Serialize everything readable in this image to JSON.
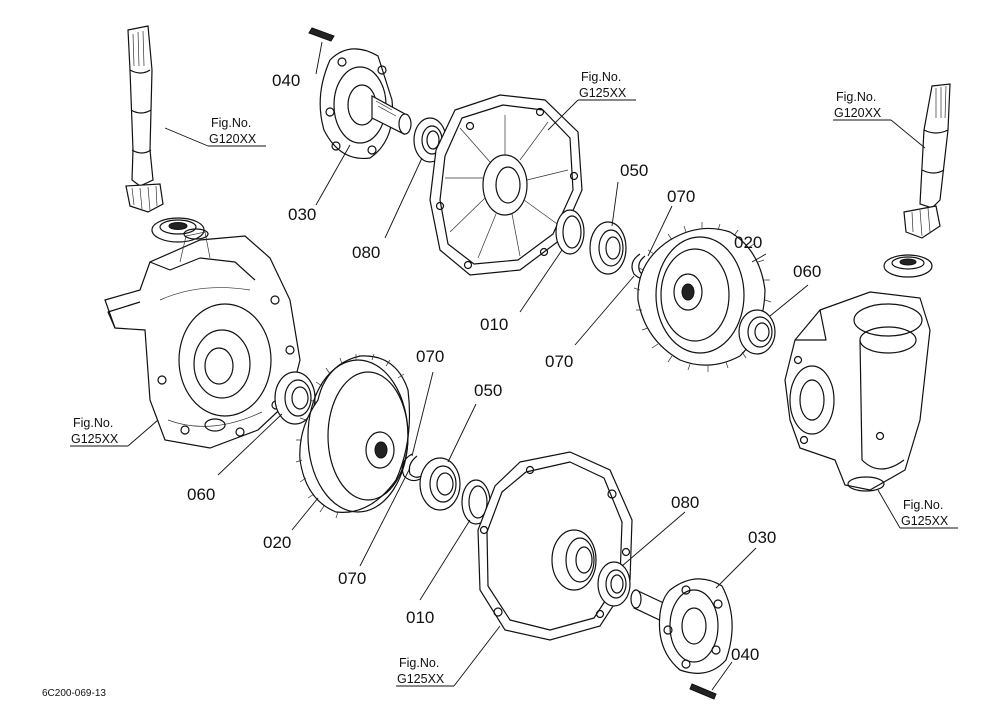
{
  "callouts": {
    "c040_top": "040",
    "c030_top": "030",
    "c080_top": "080",
    "c010_top": "010",
    "c050_top": "050",
    "c070_top_a": "070",
    "c070_top_b": "070",
    "c020_top": "020",
    "c060_top": "060",
    "c070_mid": "070",
    "c050_mid": "050",
    "c060_bottom": "060",
    "c020_bottom": "020",
    "c070_bottom": "070",
    "c010_bottom": "010",
    "c080_bottom": "080",
    "c030_bottom": "030",
    "c040_bottom": "040"
  },
  "figure_refs": {
    "top_left": {
      "line1": "Fig.No.",
      "line2": "G120XX"
    },
    "top_center": {
      "line1": "Fig.No.",
      "line2": "G125XX"
    },
    "top_right": {
      "line1": "Fig.No.",
      "line2": "G120XX"
    },
    "mid_left": {
      "line1": "Fig.No.",
      "line2": "G125XX"
    },
    "mid_right": {
      "line1": "Fig.No.",
      "line2": "G125XX"
    },
    "bottom_center": {
      "line1": "Fig.No.",
      "line2": "G125XX"
    }
  },
  "drawing_code": "6C200-069-13"
}
